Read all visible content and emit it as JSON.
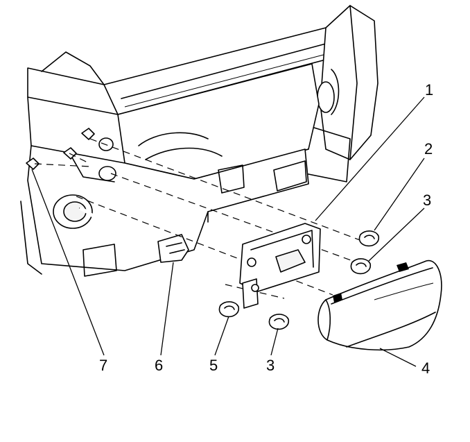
{
  "callouts": [
    {
      "id": "c1",
      "label": "1"
    },
    {
      "id": "c2",
      "label": "2"
    },
    {
      "id": "c3a",
      "label": "3"
    },
    {
      "id": "c4",
      "label": "4"
    },
    {
      "id": "c3b",
      "label": "3"
    },
    {
      "id": "c5",
      "label": "5"
    },
    {
      "id": "c6",
      "label": "6"
    },
    {
      "id": "c7",
      "label": "7"
    }
  ]
}
